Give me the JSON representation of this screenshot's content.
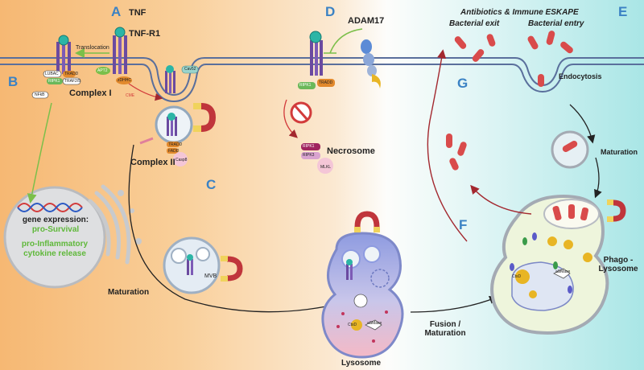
{
  "panels": {
    "a": "A",
    "b": "B",
    "c": "C",
    "d": "D",
    "e": "E",
    "f": "F",
    "g": "G"
  },
  "labels": {
    "tnf": "TNF",
    "tnfr1": "TNF-R1",
    "translocation": "Translocation",
    "adam17": "ADAM17",
    "complex1": "Complex I",
    "complex2": "Complex II",
    "necrosome": "Necrosome",
    "gene_expression": "gene expression:",
    "pro_survival": "pro-Survival",
    "pro_inflammatory": "pro-Inflammatory cytokine release",
    "maturation_left": "Maturation",
    "maturation_right": "Maturation",
    "lysosome": "Lysosome",
    "fusion": "Fusion / Maturation",
    "phagolysosome": "Phago - Lysosome",
    "endocytosis": "Endocytosis",
    "antibiotics": "Antibiotics & Immune ESKAPE",
    "bacterial_exit": "Bacterial exit",
    "bacterial_entry": "Bacterial entry",
    "mvb": "MVB"
  },
  "small": {
    "lubac": "LUBAC",
    "ripk1": "RIPK1",
    "tradd": "TRADD",
    "traf25": "TRAF2/5",
    "nfkb": "NFkB",
    "apt2": "APT2",
    "zdhhc": "zDHHC",
    "cme": "CME",
    "cav": "Cav52",
    "fadd": "FADD",
    "casp8": "Casp8",
    "ripk3": "RIPK3",
    "mlkl": "MLKL",
    "asmase": "aSMase",
    "ctsd": "CtsD"
  }
}
